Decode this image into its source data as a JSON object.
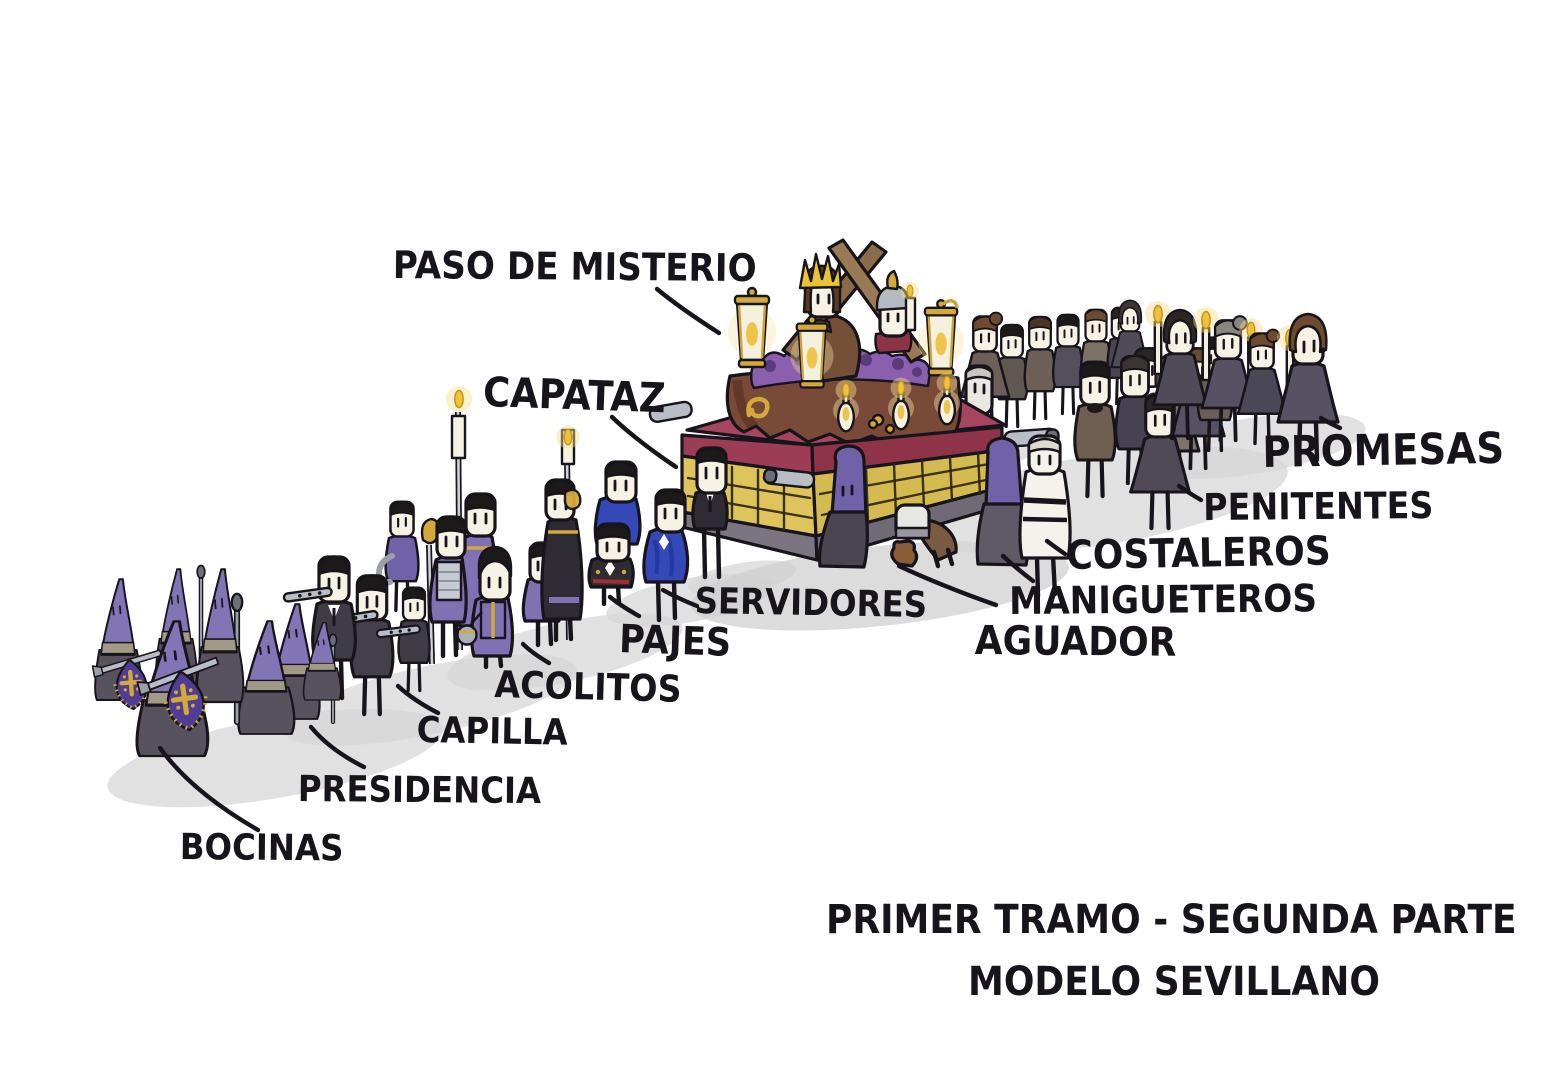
{
  "illustration": {
    "labels": {
      "paso_de_misterio": "PASO DE MISTERIO",
      "capataz": "CAPATAZ",
      "servidores": "SERVIDORES",
      "pajes": "PAJES",
      "acolitos": "ACOLITOS",
      "capilla": "CAPILLA",
      "presidencia": "PRESIDENCIA",
      "bocinas": "BOCINAS",
      "promesas": "PROMESAS",
      "penitentes": "PENITENTES",
      "costaleros": "COSTALEROS",
      "manigueteros": "MANIGUETEROS",
      "aguador": "AGUADOR"
    },
    "caption": {
      "line1": "PRIMER TRAMO - SEGUNDA PARTE",
      "line2": "MODELO SEVILLANO"
    },
    "palette": {
      "ink": "#17141b",
      "capirote_purple": "#8175b5",
      "robe_gray": "#57525e",
      "banner_purple": "#4f3d94",
      "gold": "#d3a93c",
      "paso_velvet": "#9c3c55",
      "paso_gold_trellis": "#ddc55c",
      "curtain_purple": "#6f62a8",
      "canastilla_brown": "#7a4a38",
      "paje_blue": "#3548b8",
      "flame": "#f0c23c",
      "shadow": "#d6d6d6"
    }
  }
}
